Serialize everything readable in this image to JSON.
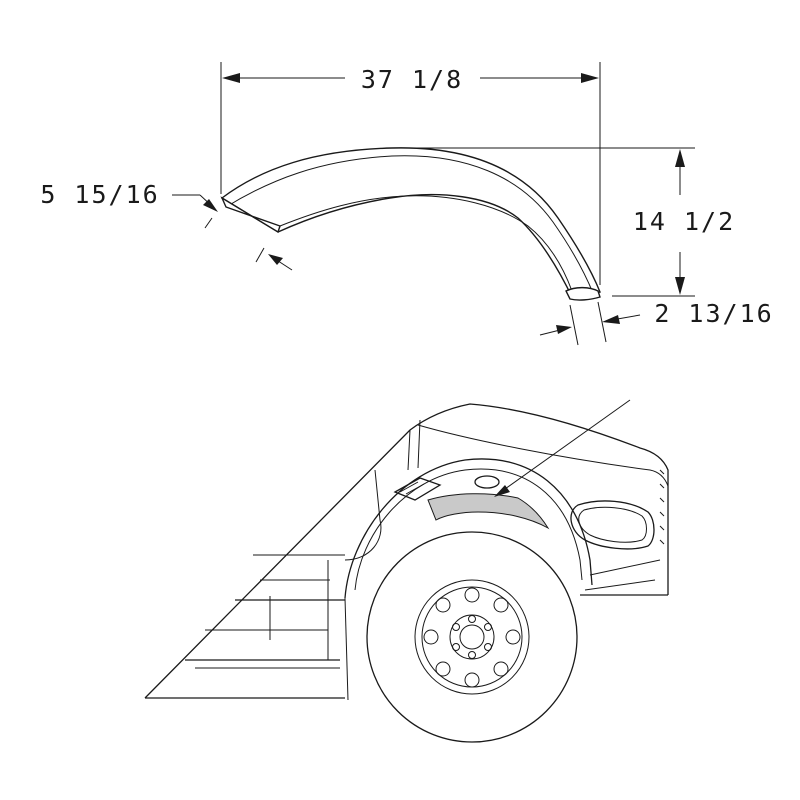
{
  "dimensions": {
    "length": "37 1/8",
    "height": "14 1/2",
    "front_width": "5 15/16",
    "rear_width": "2 13/16"
  }
}
